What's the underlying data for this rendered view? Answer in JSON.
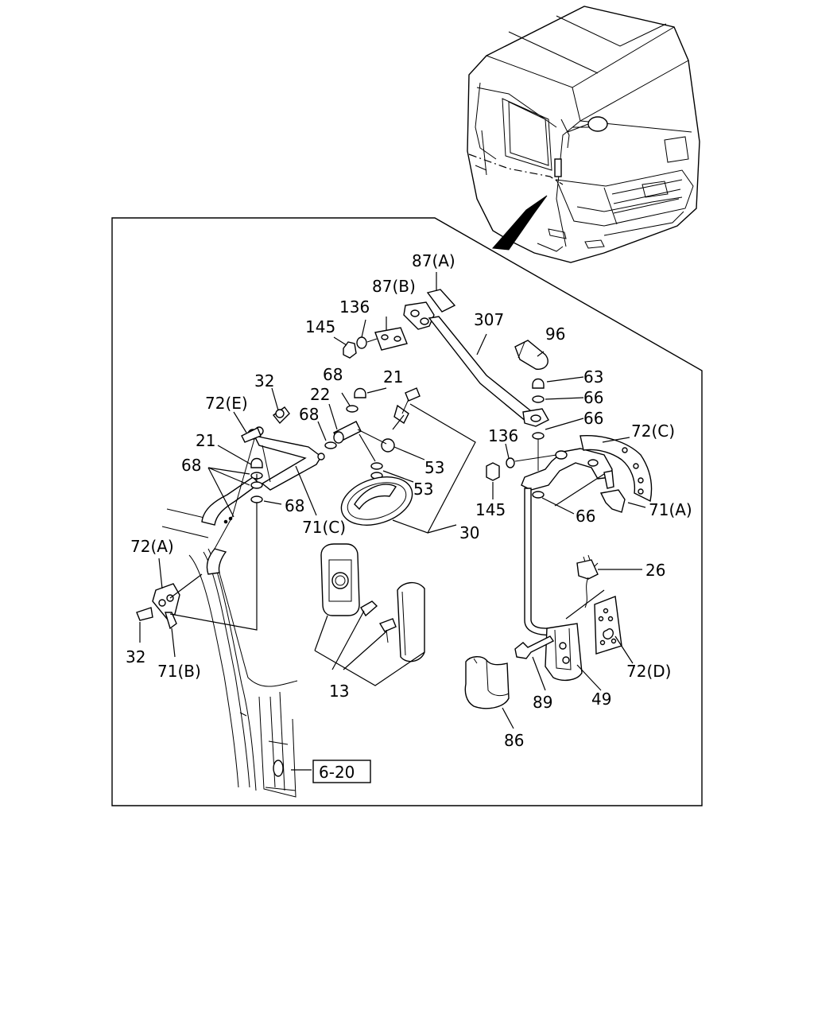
{
  "labels": {
    "p87a": "87(A)",
    "p87b": "87(B)",
    "p307": "307",
    "p136_top": "136",
    "p145_top": "145",
    "p96": "96",
    "p63": "63",
    "p66_a": "66",
    "p66_b": "66",
    "p66_c": "66",
    "p72c": "72(C)",
    "p136_right": "136",
    "p145_right": "145",
    "p71a": "71(A)",
    "p26": "26",
    "p72d": "72(D)",
    "p49": "49",
    "p89": "89",
    "p86": "86",
    "p32_top": "32",
    "p72e": "72(E)",
    "p21_left": "21",
    "p68_left_top": "68",
    "p68_left_bottom": "68",
    "p71c": "71(C)",
    "p68_mid_top": "68",
    "p22": "22",
    "p68_mid": "68",
    "p21_mid": "21",
    "p53_a": "53",
    "p53_b": "53",
    "p30": "30",
    "p72a": "72(A)",
    "p32_bottom": "32",
    "p71b": "71(B)",
    "p13": "13",
    "ref_box": "6-20"
  }
}
